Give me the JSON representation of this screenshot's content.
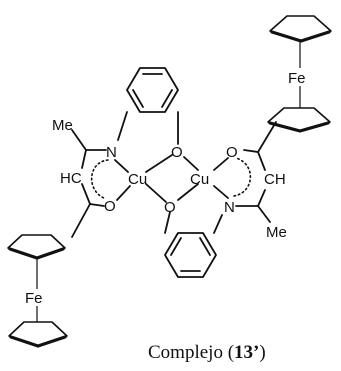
{
  "atoms": {
    "me_left": "Me",
    "me_right": "Me",
    "n_left": "N",
    "n_right": "N",
    "hc_left": "HC",
    "ch_right": "CH",
    "cu_left": "Cu",
    "cu_right": "Cu",
    "o_phenol_left": "O",
    "o_phenol_right": "O",
    "o_keto_left": "O",
    "o_keto_right": "O",
    "fe_top": "Fe",
    "fe_bottom": "Fe"
  },
  "caption": {
    "prefix": "Complejo (",
    "number": "13’",
    "suffix": ")"
  }
}
